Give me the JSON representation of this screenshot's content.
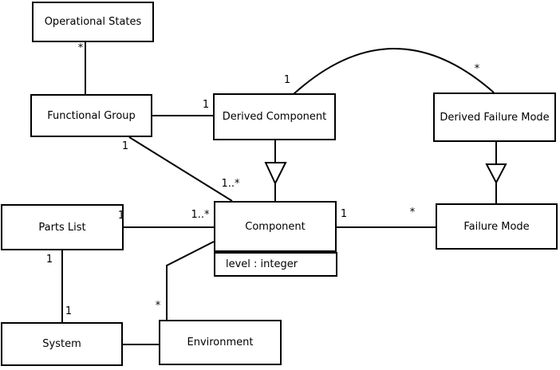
{
  "diagram": {
    "type": "uml-class-diagram",
    "colors": {
      "line": "#000000",
      "box_fill": "#ffffff",
      "background": "#ffffff",
      "text": "#000000"
    },
    "classes": {
      "operational_states": {
        "label": "Operational States"
      },
      "functional_group": {
        "label": "Functional Group"
      },
      "derived_component": {
        "label": "Derived Component"
      },
      "derived_failure_mode": {
        "label": "Derived Failure Mode"
      },
      "parts_list": {
        "label": "Parts List"
      },
      "component": {
        "label": "Component",
        "attribute": "level : integer"
      },
      "failure_mode": {
        "label": "Failure Mode"
      },
      "system": {
        "label": "System"
      },
      "environment": {
        "label": "Environment"
      }
    },
    "multiplicities": {
      "op_states_end_star": "*",
      "derived_component_end_one": "1",
      "functional_group_diag_one": "1",
      "component_diag_many": "1..*",
      "curve_derived_component_one": "1",
      "curve_derived_failure_mode_star": "*",
      "parts_list_end_one": "1",
      "component_left_many": "1..*",
      "component_right_one": "1",
      "failure_mode_end_star": "*",
      "parts_list_bottom_one": "1",
      "system_top_one": "1",
      "environment_top_star": "*"
    }
  }
}
